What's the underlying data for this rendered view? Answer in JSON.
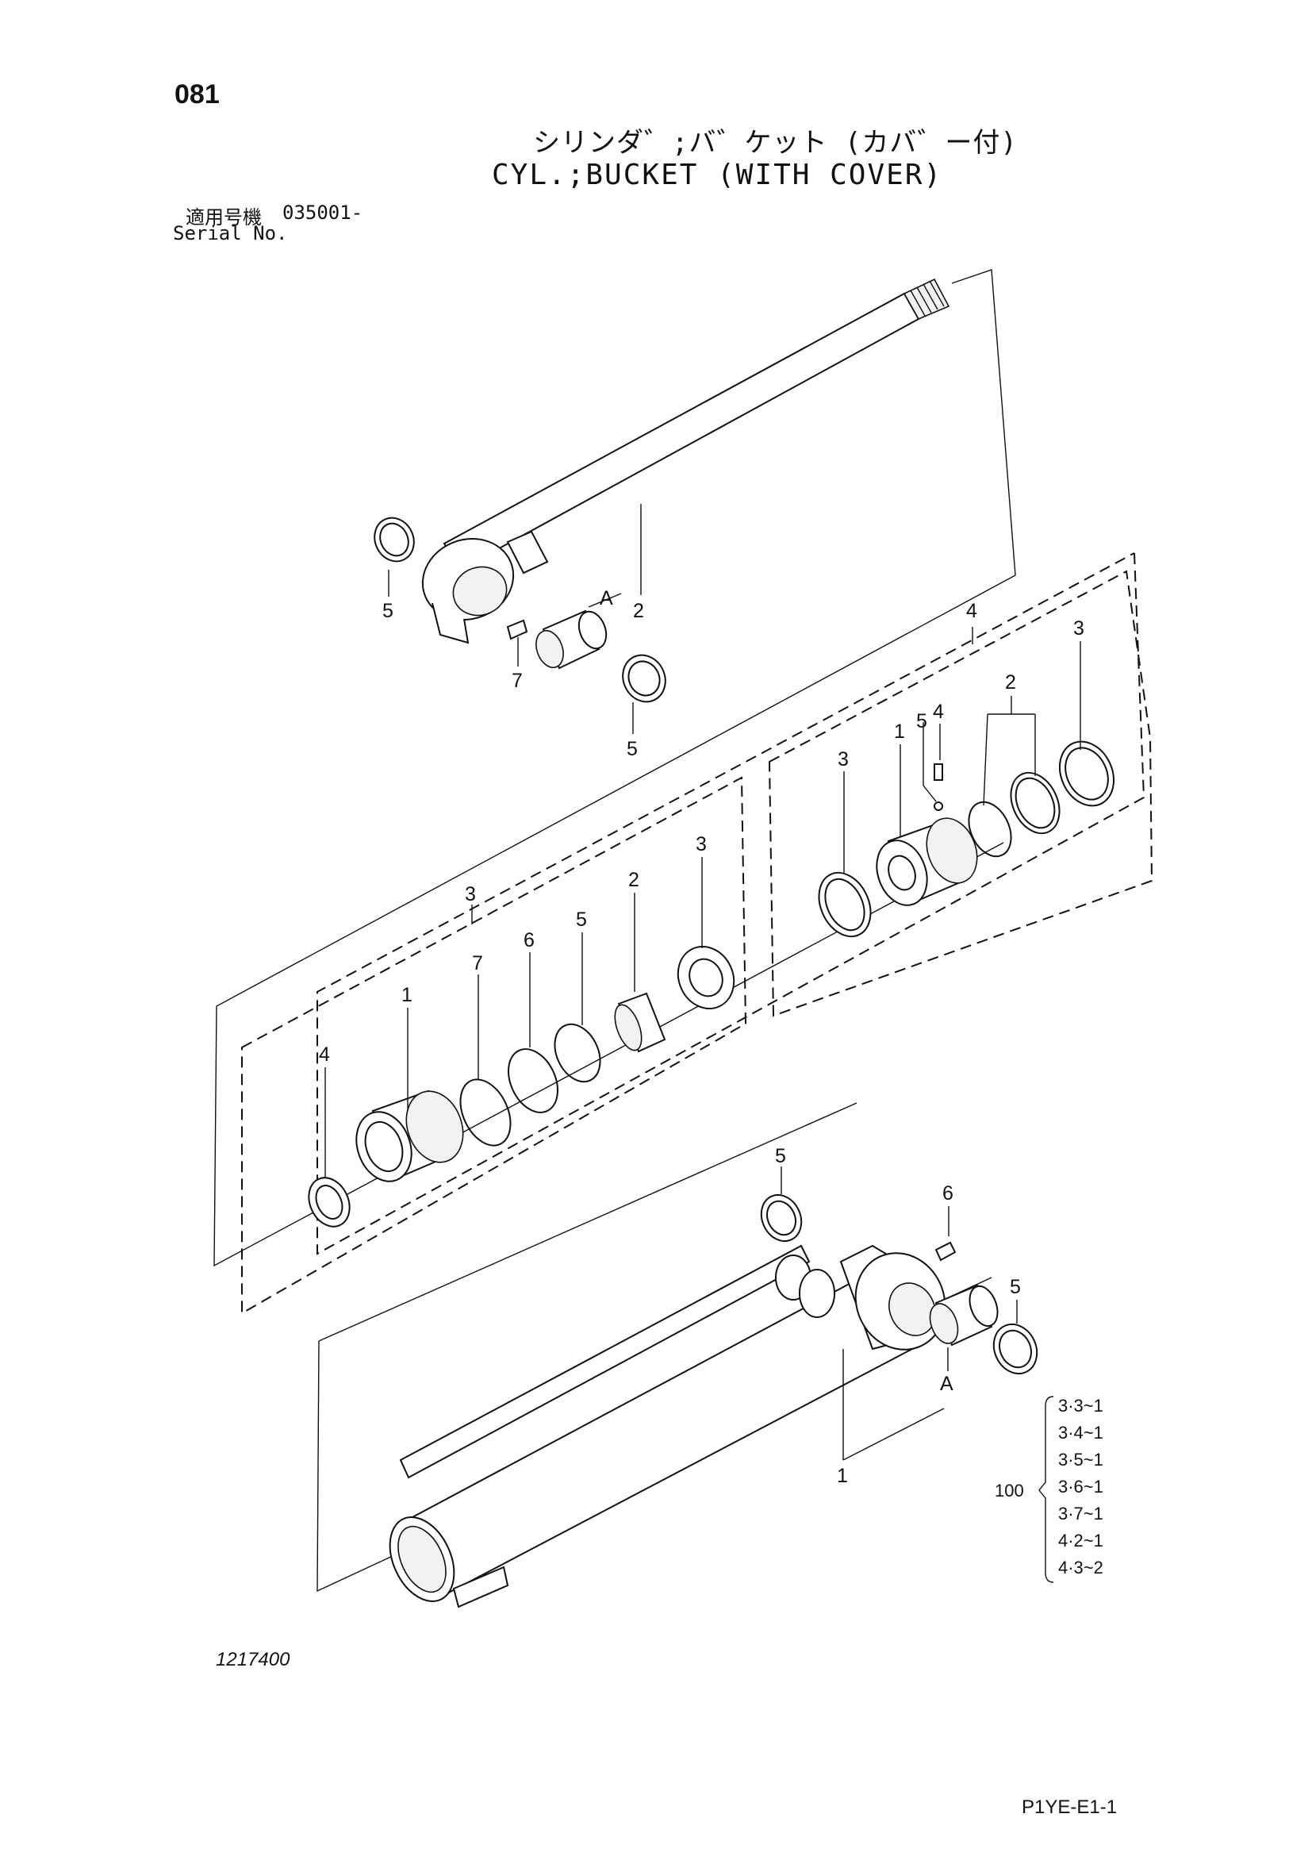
{
  "page_number": "081",
  "title_jp": "シリンダ゛;バ゛ケット (カバ゛ー付)",
  "title_en": "CYL.;BUCKET (WITH COVER)",
  "serial": {
    "label_jp": "適用号機",
    "label_en": "Serial No.",
    "value": "035001-"
  },
  "figure_number": "1217400",
  "page_code": "P1YE-E1-1",
  "callouts": {
    "rod_group": {
      "seal_left": "5",
      "rod": "2",
      "bushing": "A",
      "grease_fitting": "7",
      "seal_bottom": "5"
    },
    "piston_kit": {
      "kit": "4",
      "piston": "1",
      "set_screw": "4",
      "ball": "5",
      "ring": "2",
      "wear_ring": "3",
      "slide_ring": "3"
    },
    "head_kit": {
      "kit": "3",
      "gland": "1",
      "dust_seal": "4",
      "backup_ring": "7",
      "o_ring_6": "6",
      "o_ring_5": "5",
      "bushing": "2",
      "rod_seal": "3"
    },
    "tube_group": {
      "seal_top": "5",
      "grease_fitting": "6",
      "seal_right": "5",
      "bushing": "A",
      "tube": "1"
    }
  },
  "kit_table": {
    "prefix": "100",
    "items": [
      "3·3~1",
      "3·4~1",
      "3·5~1",
      "3·6~1",
      "3·7~1",
      "4·2~1",
      "4·3~2"
    ]
  }
}
